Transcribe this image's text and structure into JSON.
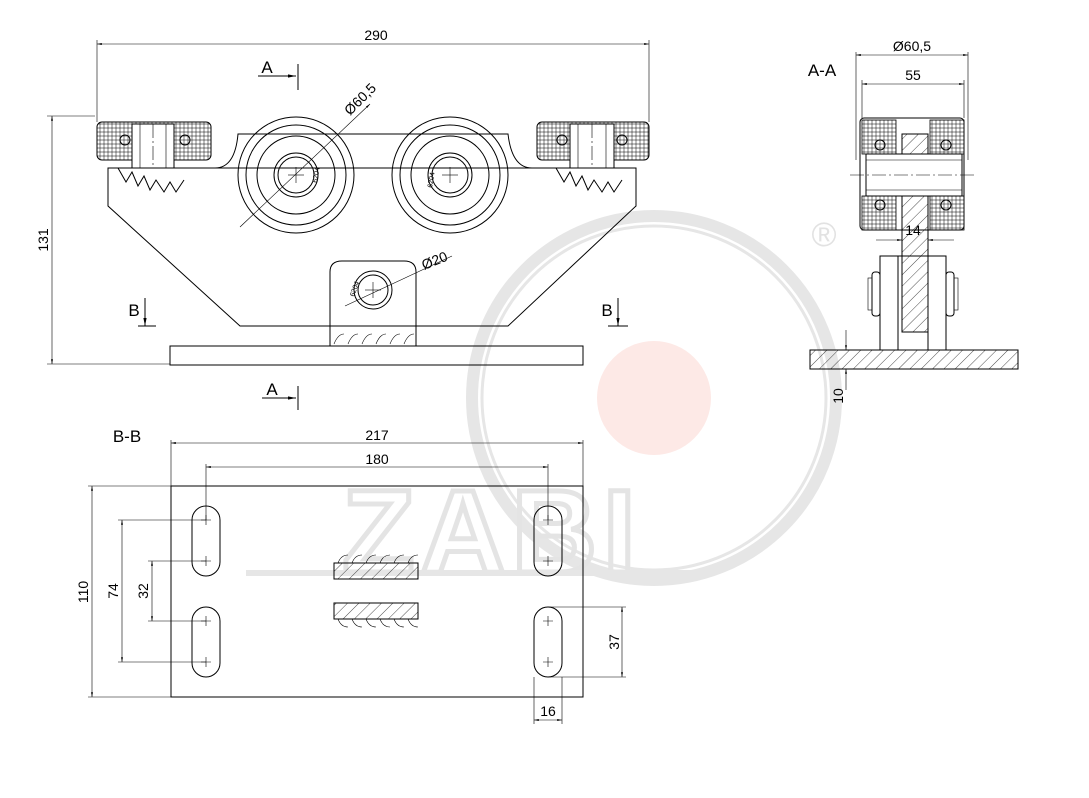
{
  "drawing": {
    "dimensions": {
      "overall_length": "290",
      "overall_height": "131",
      "wheel_diameter": "Ø60,5",
      "pin_diameter": "Ø20",
      "section_wheel_diameter": "Ø60,5",
      "section_width": "55",
      "section_web": "14",
      "plate_thickness": "10",
      "plate_length": "217",
      "hole_spacing": "180",
      "plate_width": "110",
      "hole_pitch_outer": "74",
      "hole_pitch_inner": "32",
      "slot_length": "37",
      "slot_width": "16"
    },
    "section_labels": {
      "a_top": "A",
      "a_bottom": "A",
      "b_left": "B",
      "b_right": "B",
      "section_aa": "A-A",
      "section_bb": "B-B"
    },
    "bearing_text": "6204",
    "watermark": {
      "text": "ZABI",
      "registered_mark": "®"
    }
  }
}
